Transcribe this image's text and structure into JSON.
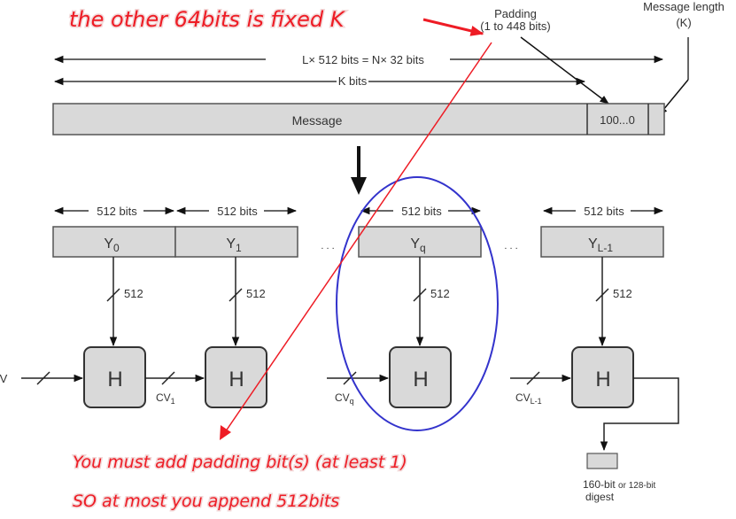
{
  "annotations": {
    "top_note": "the other 64bits is fixed K",
    "bottom_note_line1": "You must add padding bit(s) (at least 1)",
    "bottom_note_line2": "SO at most you append 512bits",
    "annotation_color": "#ee1c25",
    "highlight_color": "#3333cc"
  },
  "header": {
    "padding_label_line1": "Padding",
    "padding_label_line2": "(1 to 448 bits)",
    "msglen_label_line1": "Message length",
    "msglen_label_line2": "(K)",
    "total_length": "L× 512 bits = N× 32 bits",
    "k_bits": "K bits"
  },
  "message_bar": {
    "message_label": "Message",
    "padding_value": "100...0"
  },
  "blocks": [
    {
      "name": "Y",
      "sub": "0",
      "bits": "512 bits",
      "width_label": "512"
    },
    {
      "name": "Y",
      "sub": "1",
      "bits": "512 bits",
      "width_label": "512"
    },
    {
      "name": "Y",
      "sub": "q",
      "bits": "512 bits",
      "width_label": "512"
    },
    {
      "name": "Y",
      "sub": "L-1",
      "bits": "512 bits",
      "width_label": "512"
    }
  ],
  "ellipsis": ". . .",
  "hash_label": "H",
  "chain": {
    "iv": "IV",
    "cv1": "CV",
    "cv1_sub": "1",
    "cvq": "CV",
    "cvq_sub": "q",
    "cvl": "CV",
    "cvl_sub": "L-1"
  },
  "digest": {
    "line1a": "160-bit",
    "line1b": "or 128-bit",
    "line2": "digest"
  },
  "colors": {
    "box_fill": "#d9d9d9",
    "stroke": "#333333"
  }
}
